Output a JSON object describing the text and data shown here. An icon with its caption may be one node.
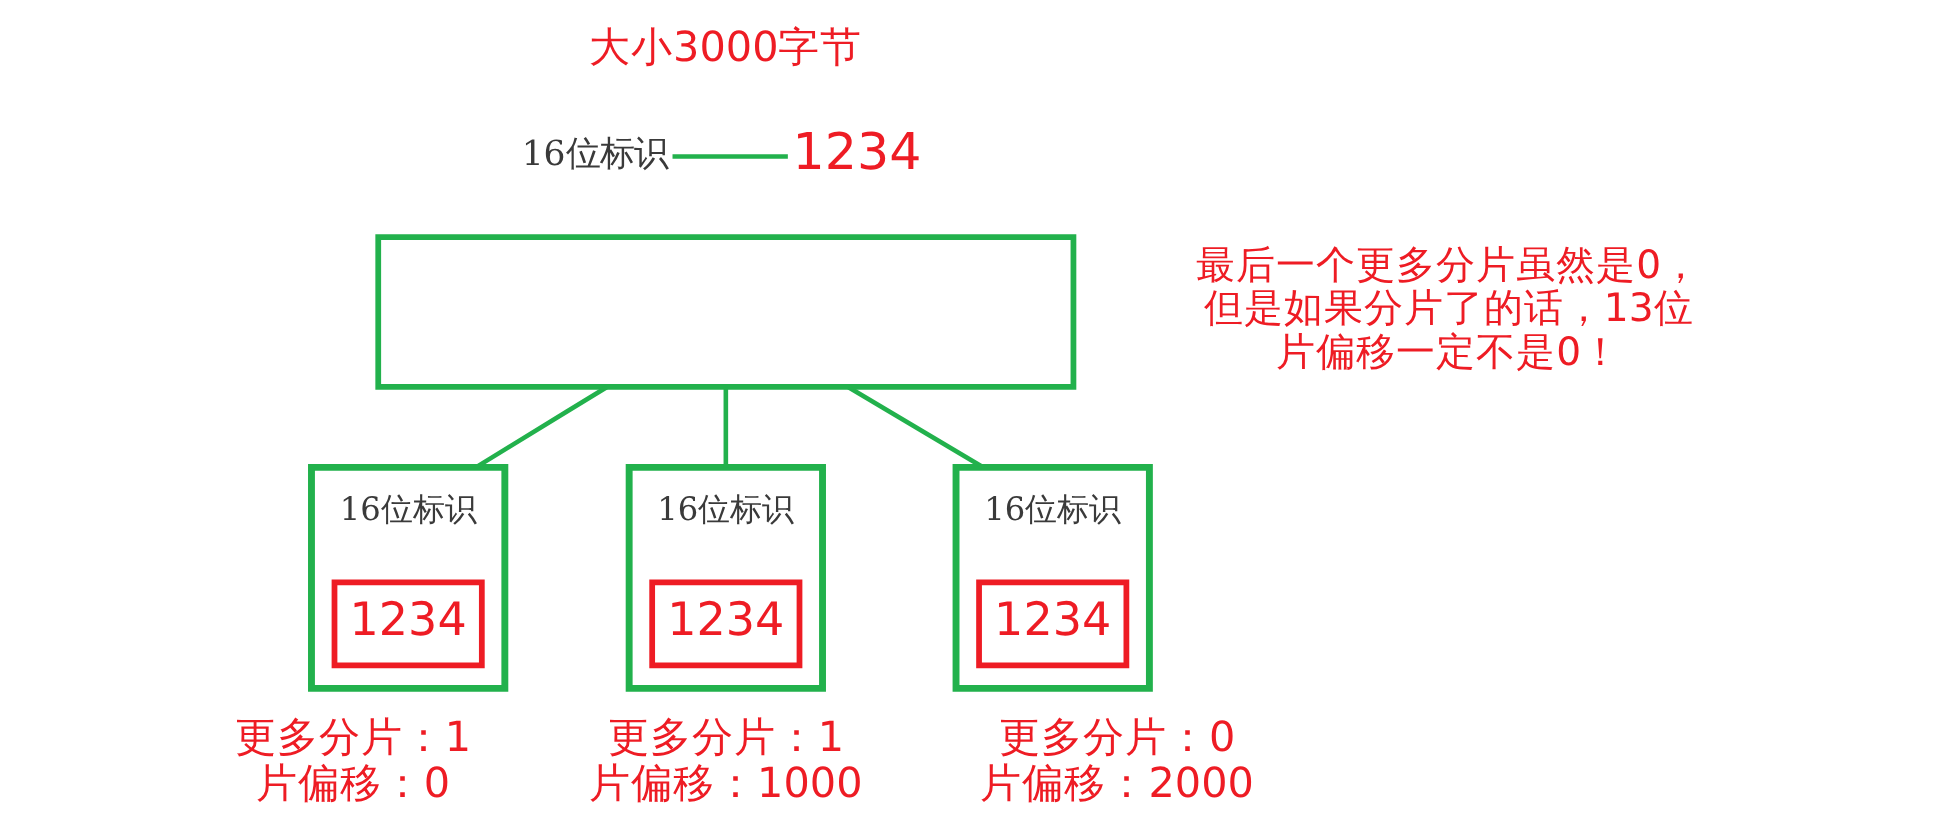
{
  "diagram": {
    "nodes": [
      {
        "text": [
          "16位标识"
        ]
      },
      {
        "text": [
          "1234"
        ]
      },
      {
        "text": [],
        "shape": "box"
      },
      {
        "text": [
          "16位标识"
        ],
        "beside": [
          "更多分片：1",
          "片偏移：0"
        ]
      },
      {
        "text": [
          "1234"
        ],
        "in": 3
      },
      {
        "text": [
          "16位标识"
        ],
        "beside": [
          "更多分片：1",
          "片偏移：1000"
        ]
      },
      {
        "text": [
          "1234"
        ],
        "in": 5
      },
      {
        "text": [
          "16位标识"
        ],
        "beside": [
          "更多分片：0",
          "片偏移：2000"
        ]
      },
      {
        "text": [
          "1234"
        ],
        "in": 7
      }
    ],
    "edges": [
      {
        "from": 0,
        "to": 1,
        "arrow": "none"
      },
      {
        "from": 2,
        "to": 3,
        "arrow": "none"
      },
      {
        "from": 2,
        "to": 5,
        "arrow": "none"
      },
      {
        "from": 2,
        "to": 7,
        "arrow": "none"
      }
    ],
    "labels": [
      "大小3000字节",
      "最后一个更多分片虽然是0，但是如果分片了的话，13位片偏移一定不是0！"
    ]
  }
}
